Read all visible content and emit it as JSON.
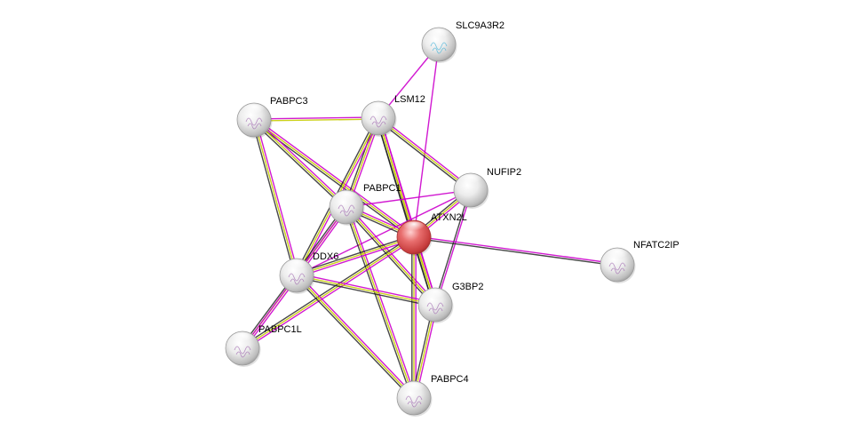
{
  "network": {
    "colors": {
      "node_default": "#e2e2e2",
      "node_query": "#e85a5a",
      "edge_db": "#22a8d4",
      "edge_text": "#c7cc00",
      "edge_exp": "#cc00cc",
      "edge_coexp": "#1a1a1a",
      "edge_misc": "#b4b4b4"
    },
    "nodes": [
      {
        "id": "SLC9A3R2",
        "label": "SLC9A3R2",
        "query": false
      },
      {
        "id": "PABPC3",
        "label": "PABPC3",
        "query": false
      },
      {
        "id": "LSM12",
        "label": "LSM12",
        "query": false
      },
      {
        "id": "NUFIP2",
        "label": "NUFIP2",
        "query": false
      },
      {
        "id": "PABPC1",
        "label": "PABPC1",
        "query": false
      },
      {
        "id": "ATXN2L",
        "label": "ATXN2L",
        "query": true
      },
      {
        "id": "NFATC2IP",
        "label": "NFATC2IP",
        "query": false
      },
      {
        "id": "DDX6",
        "label": "DDX6",
        "query": false
      },
      {
        "id": "G3BP2",
        "label": "G3BP2",
        "query": false
      },
      {
        "id": "PABPC1L",
        "label": "PABPC1L",
        "query": false
      },
      {
        "id": "PABPC4",
        "label": "PABPC4",
        "query": false
      }
    ],
    "edges": [
      {
        "a": "SLC9A3R2",
        "b": "LSM12",
        "types": [
          "exp"
        ]
      },
      {
        "a": "SLC9A3R2",
        "b": "ATXN2L",
        "types": [
          "exp"
        ]
      },
      {
        "a": "PABPC3",
        "b": "LSM12",
        "types": [
          "exp",
          "text"
        ]
      },
      {
        "a": "PABPC3",
        "b": "ATXN2L",
        "types": [
          "exp",
          "text",
          "coexp"
        ]
      },
      {
        "a": "PABPC3",
        "b": "DDX6",
        "types": [
          "exp",
          "text",
          "coexp"
        ]
      },
      {
        "a": "PABPC3",
        "b": "PABPC1",
        "types": [
          "exp",
          "text",
          "coexp"
        ]
      },
      {
        "a": "LSM12",
        "b": "ATXN2L",
        "types": [
          "exp",
          "text",
          "coexp"
        ]
      },
      {
        "a": "LSM12",
        "b": "PABPC1",
        "types": [
          "exp",
          "text",
          "coexp"
        ]
      },
      {
        "a": "LSM12",
        "b": "DDX6",
        "types": [
          "exp",
          "text",
          "coexp"
        ]
      },
      {
        "a": "LSM12",
        "b": "NUFIP2",
        "types": [
          "exp",
          "text",
          "coexp"
        ]
      },
      {
        "a": "LSM12",
        "b": "G3BP2",
        "types": [
          "exp",
          "text",
          "coexp"
        ]
      },
      {
        "a": "NUFIP2",
        "b": "ATXN2L",
        "types": [
          "exp",
          "text",
          "coexp"
        ]
      },
      {
        "a": "NUFIP2",
        "b": "G3BP2",
        "types": [
          "exp",
          "coexp"
        ]
      },
      {
        "a": "NUFIP2",
        "b": "PABPC1",
        "types": [
          "exp"
        ]
      },
      {
        "a": "NUFIP2",
        "b": "DDX6",
        "types": [
          "exp"
        ]
      },
      {
        "a": "PABPC1",
        "b": "ATXN2L",
        "types": [
          "exp",
          "text",
          "coexp"
        ]
      },
      {
        "a": "PABPC1",
        "b": "DDX6",
        "types": [
          "exp",
          "text",
          "coexp"
        ]
      },
      {
        "a": "PABPC1",
        "b": "G3BP2",
        "types": [
          "exp",
          "text",
          "coexp"
        ]
      },
      {
        "a": "PABPC1",
        "b": "PABPC4",
        "types": [
          "exp",
          "text",
          "coexp"
        ]
      },
      {
        "a": "ATXN2L",
        "b": "NFATC2IP",
        "types": [
          "exp",
          "coexp"
        ]
      },
      {
        "a": "ATXN2L",
        "b": "DDX6",
        "types": [
          "exp",
          "text",
          "coexp"
        ]
      },
      {
        "a": "ATXN2L",
        "b": "G3BP2",
        "types": [
          "exp",
          "text",
          "coexp"
        ]
      },
      {
        "a": "ATXN2L",
        "b": "PABPC4",
        "types": [
          "exp",
          "text",
          "coexp"
        ]
      },
      {
        "a": "ATXN2L",
        "b": "PABPC1L",
        "types": [
          "exp",
          "text",
          "coexp"
        ]
      },
      {
        "a": "DDX6",
        "b": "G3BP2",
        "types": [
          "exp",
          "text",
          "coexp"
        ]
      },
      {
        "a": "DDX6",
        "b": "PABPC4",
        "types": [
          "exp",
          "text",
          "coexp"
        ]
      },
      {
        "a": "DDX6",
        "b": "PABPC1L",
        "types": [
          "exp",
          "text",
          "coexp"
        ]
      },
      {
        "a": "G3BP2",
        "b": "PABPC4",
        "types": [
          "exp",
          "text",
          "coexp"
        ]
      },
      {
        "a": "PABPC1L",
        "b": "PABPC1",
        "types": [
          "exp"
        ]
      }
    ]
  }
}
